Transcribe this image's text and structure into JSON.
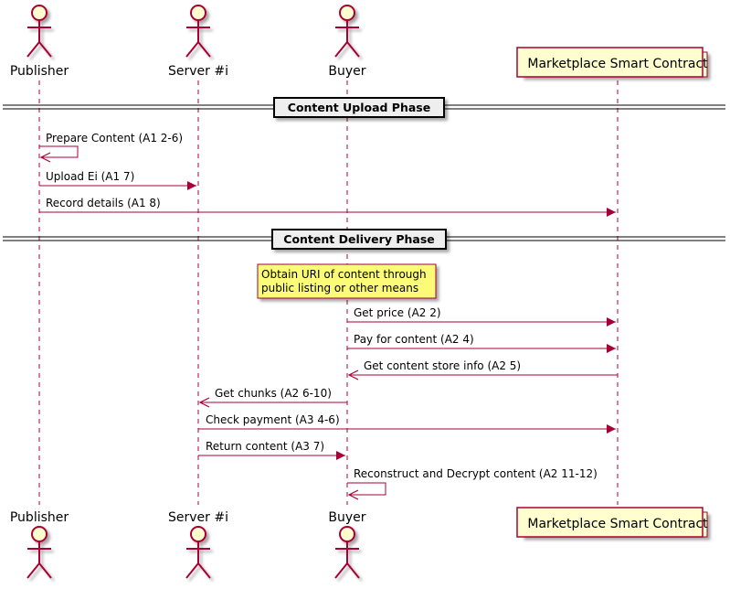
{
  "participants": {
    "publisher": "Publisher",
    "server": "Server #i",
    "buyer": "Buyer",
    "contract": "Marketplace Smart Contract"
  },
  "phases": {
    "upload": "Content Upload Phase",
    "delivery": "Content Delivery Phase"
  },
  "note": {
    "line1": "Obtain URI of content through",
    "line2": "public listing or other means"
  },
  "messages": {
    "m1": "Prepare Content (A1 2-6)",
    "m2": "Upload Ei (A1 7)",
    "m3": "Record details (A1 8)",
    "m4": "Get price (A2 2)",
    "m5": "Pay for content (A2 4)",
    "m6": "Get content store info (A2 5)",
    "m7": "Get chunks (A2 6-10)",
    "m8": "Check payment (A3 4-6)",
    "m9": "Return content (A3 7)",
    "m10": "Reconstruct and Decrypt content (A2 11-12)"
  },
  "colors": {
    "line": "#A80036",
    "actor_fill": "#FEFECE",
    "note_fill": "#FBFB77",
    "phase_fill": "#EEEEEE"
  }
}
